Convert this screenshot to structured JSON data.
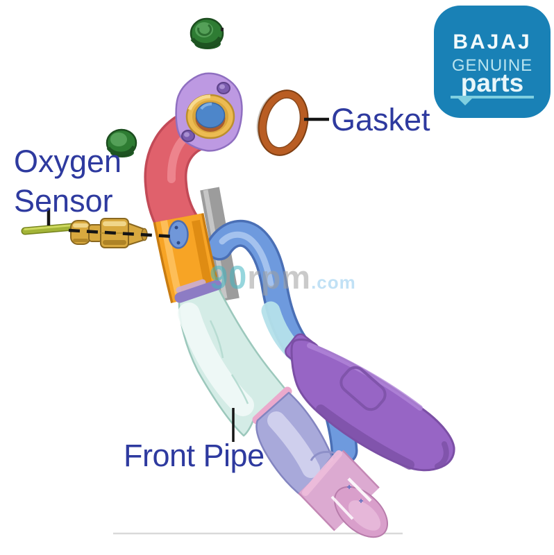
{
  "badge": {
    "brand": "BAJAJ",
    "line1": "GENUINE",
    "line2": "parts",
    "bg_color": "#1981b6",
    "brand_color": "#f2fafc",
    "line1_color": "#b9e4ef",
    "line2_color": "#e8f6fa",
    "rule_color": "#7fcfe0"
  },
  "labels": {
    "color": "#2e3a9f",
    "gasket": "Gasket",
    "oxygen_line1": "Oxygen",
    "oxygen_line2": "Sensor",
    "front_pipe": "Front Pipe"
  },
  "watermark": {
    "seg1": "90",
    "seg2": "rpm",
    "seg3": ".com",
    "seg1_color": "#42b6c2",
    "seg2_color": "#a0a0a0",
    "seg3_color": "#8fc9ee"
  },
  "diagram": {
    "colors": {
      "bolt_green": "#2e7c33",
      "gasket_copper": "#b95d23",
      "flange_purple": "#bd99e2",
      "collar_gold": "#ecbb52",
      "port_blue": "#4d86ca",
      "header_red": "#e0616c",
      "mid_orange": "#f7a425",
      "heat_shield_gray": "#9c9c9c",
      "sensor_boss_blue": "#7097d9",
      "bypass_blue": "#6e9ade",
      "bend_cyan": "#b4e0ea",
      "muffler_teal": "#d4ece6",
      "band_violet": "#8d7cc4",
      "band_lavender": "#c9aed6",
      "band_pink": "#eba9cc",
      "body_periwinkle": "#a8a9da",
      "tip_pink": "#dcaad1",
      "resonator_purple": "#9765c5",
      "sensor_gold": "#d8a93f",
      "wire_green": "#a3b437",
      "leader_black": "#151515",
      "ground_line": "#d9d9d9"
    }
  }
}
